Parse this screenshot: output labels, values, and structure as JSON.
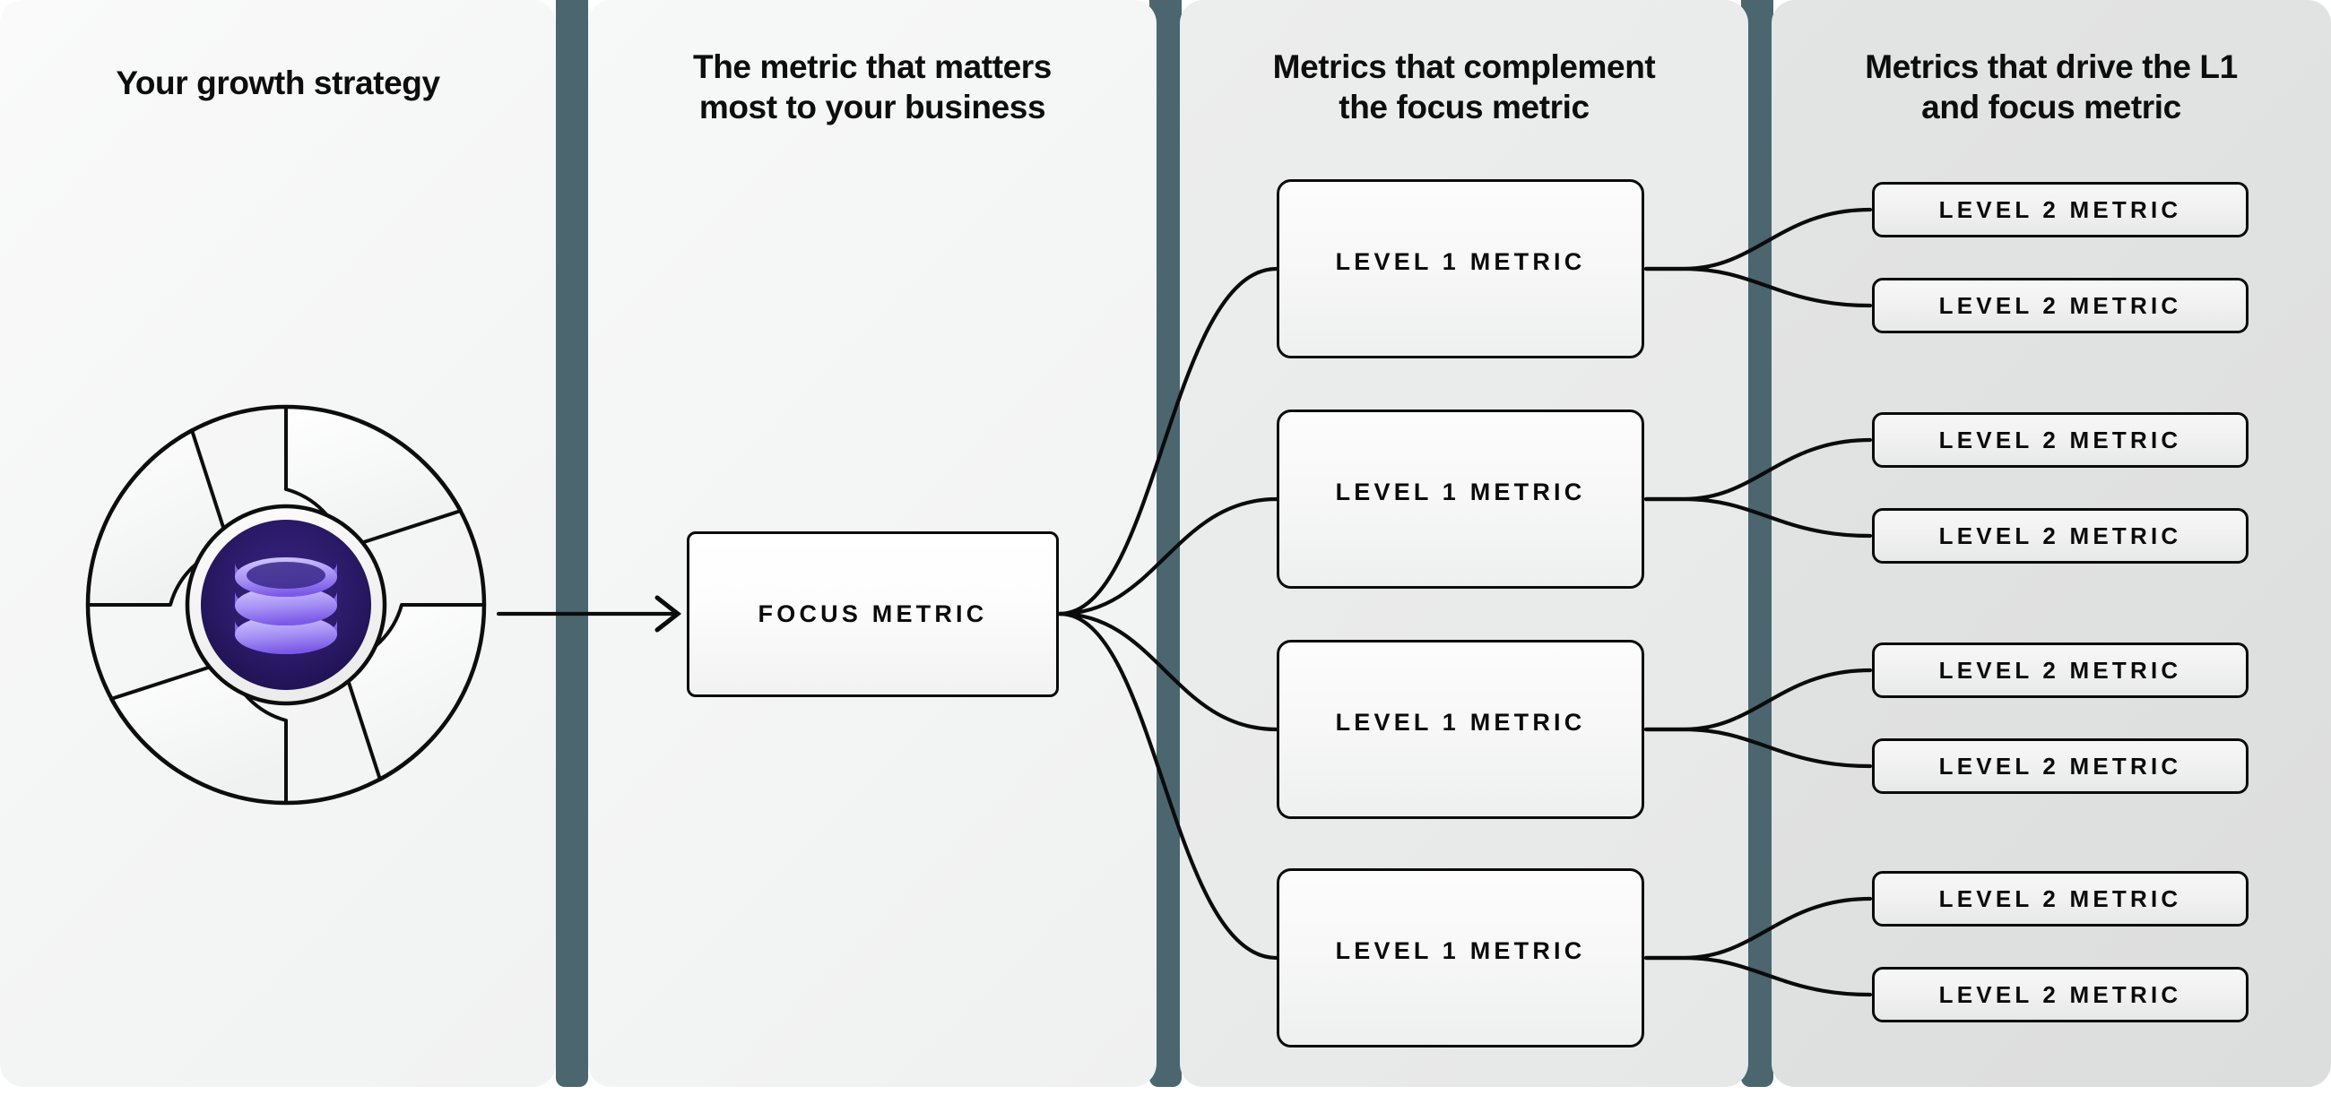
{
  "diagram": {
    "title": "Metric tree: growth strategy to level 2 metrics",
    "type": "tree",
    "colors": {
      "separator_bar": "#4c6670",
      "node_border": "#0b0b0b",
      "node_text": "#0b0b0b",
      "logo_core_dark": "#2e1d6e",
      "logo_core_deep": "#221456",
      "db_icon_light": "#c9bdf7",
      "db_icon_mid": "#7d5ef0",
      "db_icon_dark": "#5b3fd6",
      "panel_1_bg": "#f6f7f7",
      "panel_2_bg": "#f3f4f4",
      "panel_3_bg": "#e9eaea",
      "panel_4_bg": "#dfe0e0"
    }
  },
  "columns": [
    {
      "id": "strategy",
      "title": "Your growth strategy"
    },
    {
      "id": "focus",
      "title": "The metric that matters\nmost to your business"
    },
    {
      "id": "level1",
      "title": "Metrics that complement\nthe focus metric"
    },
    {
      "id": "level2",
      "title": "Metrics that drive the L1\nand focus metric"
    }
  ],
  "column_titles": {
    "strategy_line1": "Your growth strategy",
    "focus_line1": "The metric that matters",
    "focus_line2": "most to your business",
    "level1_line1": "Metrics that complement",
    "level1_line2": "the focus metric",
    "level2_line1": "Metrics that drive the L1",
    "level2_line2": "and focus metric"
  },
  "logo": {
    "name": "growth-strategy-mark",
    "icon": "database-icon",
    "segments": 4
  },
  "nodes": {
    "focus": {
      "label": "FOCUS METRIC"
    },
    "level1": [
      {
        "label": "LEVEL 1 METRIC"
      },
      {
        "label": "LEVEL 1 METRIC"
      },
      {
        "label": "LEVEL 1 METRIC"
      },
      {
        "label": "LEVEL 1 METRIC"
      }
    ],
    "level2": [
      {
        "label": "LEVEL 2 METRIC"
      },
      {
        "label": "LEVEL 2 METRIC"
      },
      {
        "label": "LEVEL 2 METRIC"
      },
      {
        "label": "LEVEL 2 METRIC"
      },
      {
        "label": "LEVEL 2 METRIC"
      },
      {
        "label": "LEVEL 2 METRIC"
      },
      {
        "label": "LEVEL 2 METRIC"
      },
      {
        "label": "LEVEL 2 METRIC"
      }
    ]
  },
  "edges": {
    "strategy_to_focus": {
      "style": "straight-arrow"
    },
    "focus_to_level1": {
      "style": "bezier",
      "count": 4
    },
    "level1_to_level2": {
      "style": "bezier",
      "count": 8
    }
  }
}
